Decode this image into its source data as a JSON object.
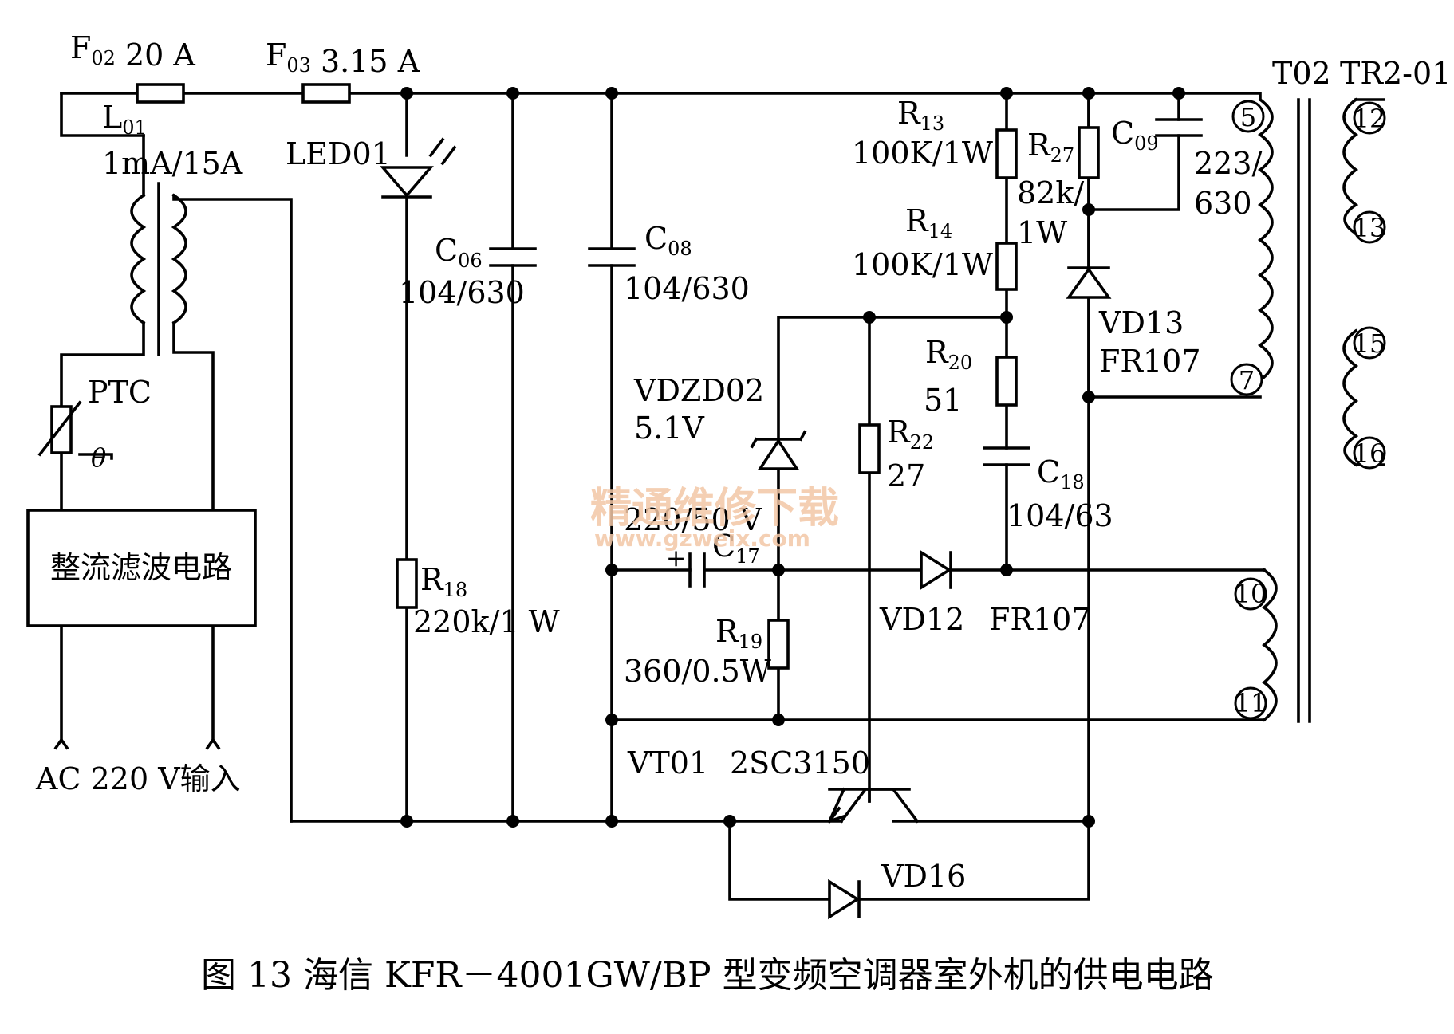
{
  "labels": {
    "f02": "F",
    "f02_sub": "02",
    "f02_val": "20  A",
    "f03": "F",
    "f03_sub": "03",
    "f03_val": "3.15   A",
    "l01": "L",
    "l01_sub": "01",
    "l01_val": "1mA/15A",
    "led01": "LED01",
    "ptc": "PTC",
    "theta": "θ",
    "rect_box": "整流滤波电路",
    "ac_input": "AC 220 V输入",
    "c06": "C",
    "c06_sub": "06",
    "c06_val": "104/630",
    "c08": "C",
    "c08_sub": "08",
    "c08_val": "104/630",
    "r18": "R",
    "r18_sub": "18",
    "r18_val": "220k/1 W",
    "r13": "R",
    "r13_sub": "13",
    "r13_val": "100K/1W",
    "r14": "R",
    "r14_sub": "14",
    "r14_val": "100K/1W",
    "r27": "R",
    "r27_sub": "27",
    "r27_val1": "82k/",
    "r27_val2": "1W",
    "c09": "C",
    "c09_sub": "09",
    "c09_val1": "223/",
    "c09_val2": "630",
    "vd13": "VD13",
    "vd13_val": "FR107",
    "r20": "R",
    "r20_sub": "20",
    "r20_val": "51",
    "vdzd02": "VDZD02",
    "vdzd02_val": "5.1V",
    "r22": "R",
    "r22_sub": "22",
    "r22_val": "27",
    "c18": "C",
    "c18_sub": "18",
    "c18_val": "104/63",
    "c17_val": "220/50 V",
    "c17_plus": "+",
    "c17": "C",
    "c17_sub": "17",
    "vd12": "VD12",
    "vd12_val": "FR107",
    "r19": "R",
    "r19_sub": "19",
    "r19_val": "360/0.5W",
    "vt01": "VT01",
    "vt01_val": "2SC3150",
    "vd16": "VD16",
    "t02": "T02",
    "t02_val": "TR2-01",
    "pins": [
      "5",
      "7",
      "10",
      "11",
      "12",
      "13",
      "15",
      "16"
    ]
  },
  "watermark": {
    "text": "精通维修下载",
    "url": "www.gzweix.com",
    "color": "#f3c7a6"
  },
  "caption": "图 13    海信 KFR－4001GW/BP 型变频空调器室外机的供电电路"
}
